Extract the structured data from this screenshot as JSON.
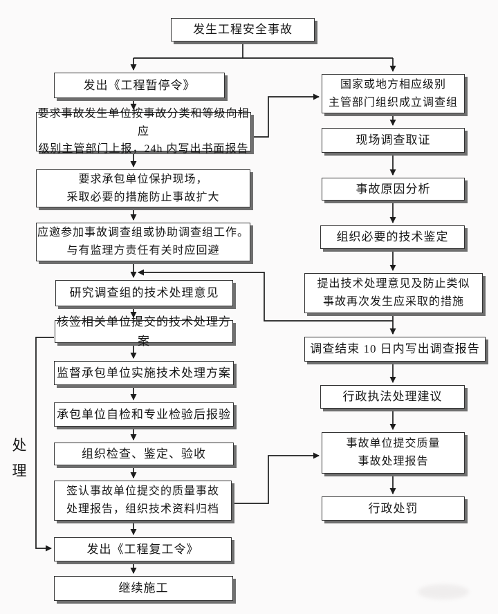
{
  "diagram": {
    "side_label": "处理",
    "colors": {
      "background": "#fbfafa",
      "box_fill": "#ffffff",
      "box_border": "#343434",
      "box_shadow": "#6f6f6f",
      "line": "#1c1c1c"
    },
    "nodes": {
      "start": "发生工程安全事故",
      "l1": "发出《工程暂停令》",
      "l2": "要求事故发生单位按事故分类和等级向相应\n级别主管部门上报，24h 内写出书面报告",
      "l3": "要求承包单位保护现场，\n采取必要的措施防止事故扩大",
      "l4": "应邀参加事故调查组或协助调查组工作。\n与有监理方责任有关时应回避",
      "l5": "研究调查组的技术处理意见",
      "l6": "核签相关单位提交的技术处理方案",
      "l7": "监督承包单位实施技术处理方案",
      "l8": "承包单位自检和专业检验后报验",
      "l9": "组织检查、鉴定、验收",
      "l10": "签认事故单位提交的质量事故\n处理报告，组织技术资料归档",
      "l11": "发出《工程复工令》",
      "l12": "继续施工",
      "r1": "国家或地方相应级别\n主管部门组织成立调查组",
      "r2": "现场调查取证",
      "r3": "事故原因分析",
      "r4": "组织必要的技术鉴定",
      "r5": "提出技术处理意见及防止类似\n事故再次发生应采取的措施",
      "r6": "调查结束 10 日内写出调查报告",
      "r7": "行政执法处理建议",
      "r8": "事故单位提交质量\n事故处理报告",
      "r9": "行政处罚"
    }
  }
}
